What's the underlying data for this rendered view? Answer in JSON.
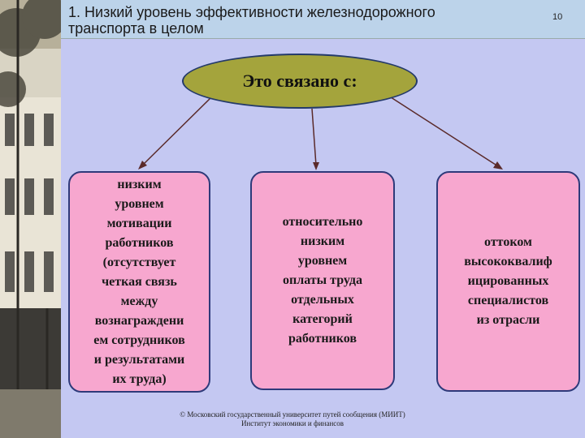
{
  "slide": {
    "title": "1. Низкий уровень эффективности железнодорожного\n     транспорта в целом",
    "number": "10"
  },
  "center": {
    "label": "Это связано с:"
  },
  "causes": [
    {
      "text": "низким\nуровнем\nмотивации\nработников\n(отсутствует\nчеткая связь\nмежду\nвознаграждени\nем сотрудников\nи результатами\nих труда)"
    },
    {
      "text": "относительно\nнизким\nуровнем\nоплаты труда\nотдельных\nкатегорий\nработников"
    },
    {
      "text": "оттоком\nвысококвалиф\nицированных\nспециалистов\nиз отрасли"
    }
  ],
  "footer": {
    "line1": "© Московский государственный университет путей сообщения (МИИТ)",
    "line2": "Институт экономики и финансов"
  },
  "colors": {
    "background": "#c4c8f2",
    "ellipse": "#a4a43c",
    "box": "#f7a7cf",
    "outline": "#2e3a7a",
    "arrow": "#5a2a2a"
  }
}
